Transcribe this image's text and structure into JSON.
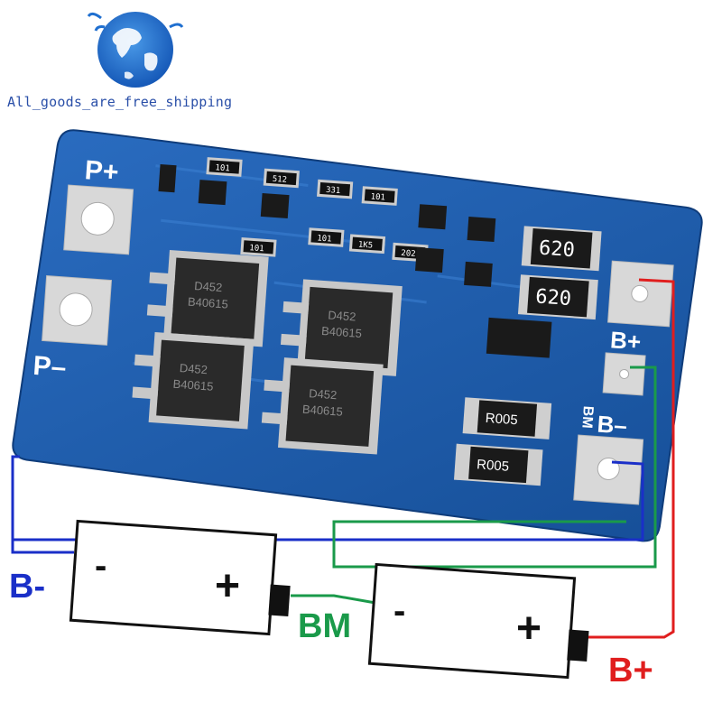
{
  "watermark": {
    "text": "All_goods_are_free_shipping"
  },
  "board": {
    "pad_labels": {
      "p_plus": "P+",
      "p_minus": "P–",
      "b_plus": "B+",
      "b_minus": "B–",
      "bm": "BM"
    },
    "resistors": {
      "top_1": "620",
      "top_2": "620",
      "sense_1": "R005",
      "sense_2": "R005"
    },
    "mosfet_codes": [
      "D452",
      "B40615",
      "D452",
      "B40615",
      "D452",
      "B40615",
      "D452",
      "B40615"
    ],
    "small_codes": [
      "101",
      "512",
      "331",
      "101",
      "101",
      "1K5",
      "101",
      "202"
    ]
  },
  "wiring": {
    "labels": {
      "b_minus": "B-",
      "bm": "BM",
      "b_plus": "B+"
    },
    "colors": {
      "b_minus": "#1a2fc8",
      "bm": "#1a9a4a",
      "b_plus": "#e01e1e"
    }
  },
  "batteries": [
    {
      "minus": "-",
      "plus": "+"
    },
    {
      "minus": "-",
      "plus": "+"
    }
  ],
  "colors": {
    "pcb": "#1d5fb0",
    "pcb_dark": "#123f85",
    "pad": "#d8d8d8",
    "globe": "#1f6fd0"
  }
}
